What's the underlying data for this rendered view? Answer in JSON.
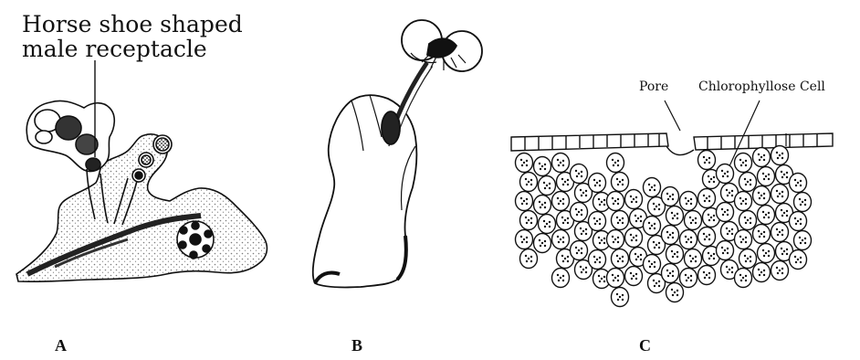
{
  "figure": {
    "panel_a": {
      "letter": "A",
      "label_line1": "Horse shoe shaped",
      "label_line2": "male receptacle"
    },
    "panel_b": {
      "letter": "B"
    },
    "panel_c": {
      "letter": "C",
      "pore_label": "Pore",
      "cell_label": "Chlorophyllose Cell"
    }
  },
  "colors": {
    "ink": "#111111",
    "paper": "#ffffff"
  }
}
